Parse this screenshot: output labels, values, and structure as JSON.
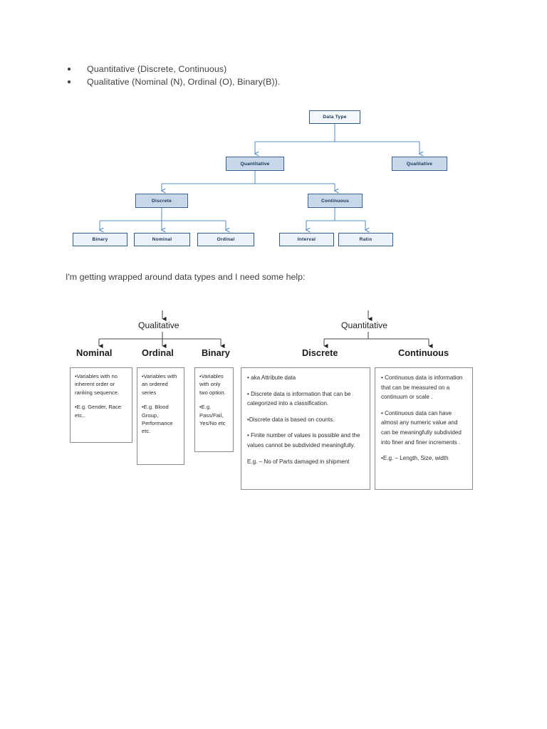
{
  "document": {
    "bullets": [
      "Quantitative (Discrete, Continuous)",
      "Qualitative (Nominal (N), Ordinal (O), Binary(B))."
    ],
    "mid_paragraph": "I'm getting wrapped around data types and I need some help:"
  },
  "diagram_one": {
    "type": "flowchart",
    "colors": {
      "border": "#2e5a8e",
      "fill_light": "#eaf1f8",
      "fill_shaded": "#c6d7ea",
      "connector": "#5b8dc4"
    },
    "nodes": {
      "root": "Data Type",
      "level2": [
        "Quantitative",
        "Qualitative"
      ],
      "level3": [
        "Discrete",
        "Continuous"
      ],
      "discrete_children": [
        "Binary",
        "Nominal",
        "Ordinal"
      ],
      "continuous_children": [
        "Interval",
        "Ratio"
      ]
    }
  },
  "diagram_two": {
    "type": "flowchart",
    "branches": {
      "qualitative": "Qualitative",
      "quantitative": "Quantitative"
    },
    "headings": {
      "nominal": "Nominal",
      "ordinal": "Ordinal",
      "binary": "Binary",
      "discrete": "Discrete",
      "continuous": "Continuous"
    },
    "cards": {
      "nominal": [
        "•Variables with no inherent order or ranking sequence.",
        "•E.g. Gender, Race etc.."
      ],
      "ordinal": [
        "•Variables with an ordered series",
        "•E.g. Blood Group, Performance etc."
      ],
      "binary": [
        "•Variables with only two option.",
        "•E.g. Pass/Fail, Yes/No etc"
      ],
      "discrete": [
        "• aka Attribute data",
        "• Discrete data is information that can be categorized into a classification.",
        "•Discrete data is based on counts.",
        "• Finite number of values is possible and the values cannot be subdivided meaningfully.",
        "E.g. – No of Parts damaged in shipment"
      ],
      "continuous": [
        "• Continuous data is information that can be measured on a continuum or scale .",
        "• Continuous data can have almost any numeric value and can be meaningfully subdivided into finer and finer increments .",
        "•E.g. – Length, Size, width"
      ]
    }
  }
}
